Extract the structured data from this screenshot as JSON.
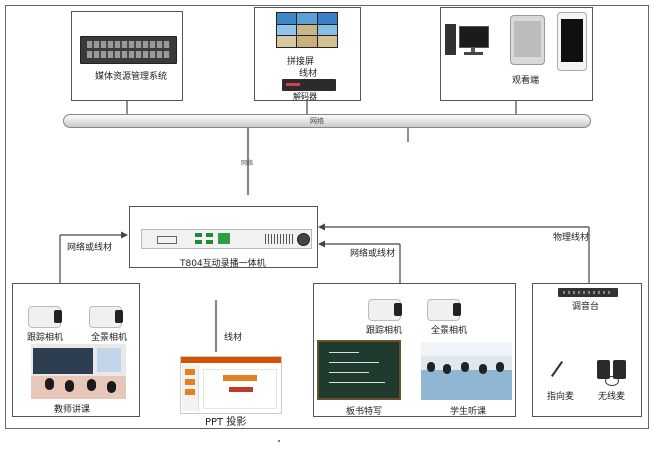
{
  "top": {
    "media_system": "媒体资源管理系统",
    "splice_screen": "拼接屏",
    "cable_top": "线材",
    "decoder": "解码器",
    "viewer": "观看端"
  },
  "network": {
    "bus_label": "网络",
    "drop_label": "网络"
  },
  "device": {
    "name": "T804互动录播一体机"
  },
  "links": {
    "left_link": "网络或线材",
    "mid_link": "网络或线材",
    "right_link": "物理线材",
    "ppt_link": "线材"
  },
  "teacher_room": {
    "tracking_camera": "跟踪相机",
    "panorama_camera": "全景相机",
    "caption": "教师讲课"
  },
  "ppt": {
    "caption": "PPT 投影"
  },
  "student_room": {
    "tracking_camera": "跟踪相机",
    "panorama_camera": "全景相机",
    "caption_board": "板书特写",
    "caption_students": "学生听课"
  },
  "audio": {
    "mixer": "调音台",
    "pointer_mic": "指向麦",
    "wireless_mic": "无线麦"
  }
}
